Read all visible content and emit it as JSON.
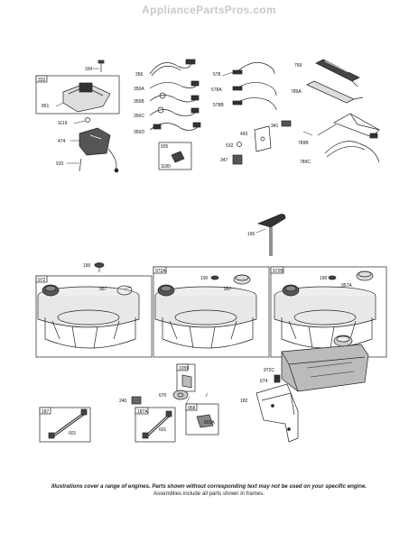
{
  "header": "AppliancePartsPros.com",
  "labels": {
    "p334": "334",
    "p333": "333",
    "p851": "851",
    "p1119": "1119",
    "p474": "474",
    "p910": "910",
    "p356": "356",
    "p356a": "356A",
    "p356b": "356B",
    "p356c": "356C",
    "p356d": "356D",
    "p935": "935",
    "p1180": "1180",
    "p578": "578",
    "p578a": "578A",
    "p578b": "578B",
    "p493": "493",
    "p532": "532",
    "p347": "347",
    "p341": "341",
    "p769": "769",
    "p789a": "789A",
    "p789b": "789B",
    "p789c": "789C",
    "p190_handle": "190",
    "p190_a": "190",
    "p190_b": "190",
    "p190_c": "190",
    "p972": "972",
    "p957": "957",
    "p972a": "972A",
    "p957_b": "957",
    "p972b": "972B",
    "p957a": "957A",
    "p1059": "1059",
    "p670": "670",
    "p240": "240",
    "p187": "187",
    "p601": "601",
    "p187a": "187A",
    "p601_b": "601",
    "p958": "958",
    "p601a": "601A",
    "p972c": "972C",
    "p674": "674",
    "p182": "182"
  },
  "footer": {
    "line1": "Illustrations cover a range of engines. Parts shown without corresponding text may not be used on your specific engine.",
    "line2": "Assemblies include all parts shown in frames."
  }
}
